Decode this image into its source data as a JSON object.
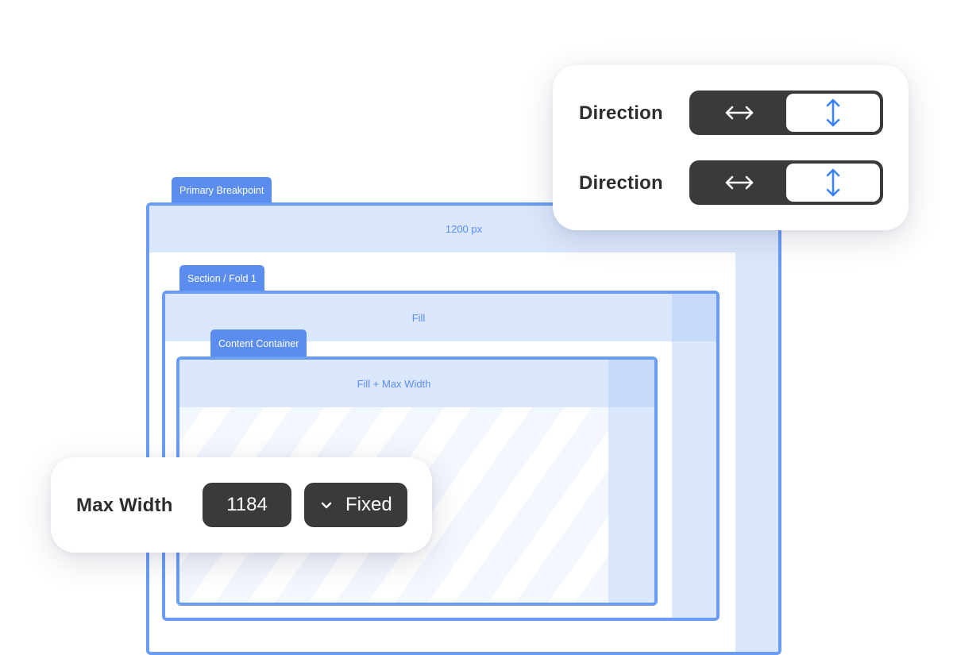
{
  "frames": {
    "primary": {
      "tag": "Primary Breakpoint",
      "header": "1200 px"
    },
    "section": {
      "tag": "Section / Fold 1",
      "header": "Fill"
    },
    "content": {
      "tag": "Content Container",
      "header": "Fill + Max Width"
    }
  },
  "direction_panel": {
    "rows": [
      {
        "label": "Direction",
        "options": [
          "horizontal-arrows-icon",
          "vertical-arrows-icon"
        ],
        "selected": "vertical"
      },
      {
        "label": "Direction",
        "options": [
          "horizontal-arrows-icon",
          "vertical-arrows-icon"
        ],
        "selected": "vertical"
      }
    ]
  },
  "max_width_panel": {
    "label": "Max Width",
    "value": "1184",
    "mode": "Fixed",
    "mode_icon": "chevron-down-icon"
  },
  "colors": {
    "accent": "#5b8def",
    "frame_border": "#6a9cf5",
    "header_bg": "#dbe7fc",
    "control_dark": "#3a3a3c"
  }
}
